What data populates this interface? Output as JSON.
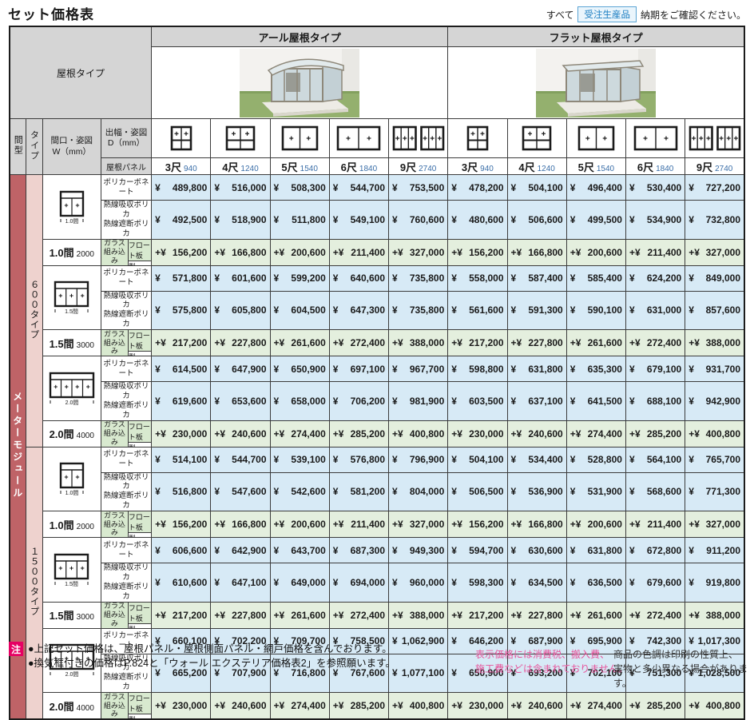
{
  "title": "セット価格表",
  "top_note": {
    "prefix": "すべて",
    "badge": "受注生産品",
    "suffix": "納期をご確認ください。"
  },
  "header": {
    "roof_type_label": "屋根タイプ",
    "roof_types": [
      "アール屋根タイプ",
      "フラット屋根タイプ"
    ],
    "col_module": "間型",
    "col_type": "タイプ",
    "col_width": "間口・姿図\nW（mm）",
    "col_depth": "出幅・姿図\nD（mm）",
    "col_roof_panel": "屋根パネル",
    "depth_columns": [
      {
        "shaku": "3尺",
        "mm": "940",
        "panels": 2,
        "transom": true
      },
      {
        "shaku": "4尺",
        "mm": "1240",
        "panels": 2,
        "transom": true
      },
      {
        "shaku": "5尺",
        "mm": "1540",
        "panels": 2,
        "transom": false
      },
      {
        "shaku": "6尺",
        "mm": "1840",
        "panels": 2,
        "transom": false
      },
      {
        "shaku": "9尺",
        "mm": "2740",
        "panels": 6,
        "transom": false
      }
    ]
  },
  "left": {
    "module": "メーターモジュール",
    "groups": [
      "６００タイプ",
      "１５００タイプ"
    ]
  },
  "panel_labels": {
    "poly": "ポリカーボネート",
    "heat": "熱線吸収ポリカ\n熱線遮断ポリカ",
    "glass": "ガラス\n組み込み",
    "glass_float": "フロート板",
    "glass_kata": "型　板"
  },
  "currency": {
    "normal": "¥",
    "add": "+¥"
  },
  "blocks": [
    {
      "group": "６００タイプ",
      "width": "1.0間",
      "width_mm": "2000",
      "diagram_panels": 2,
      "poly": {
        "arl": [
          "489,800",
          "516,000",
          "508,300",
          "544,700",
          "753,500"
        ],
        "flat": [
          "478,200",
          "504,100",
          "496,400",
          "530,400",
          "727,200"
        ]
      },
      "heat": {
        "arl": [
          "492,500",
          "518,900",
          "511,800",
          "549,100",
          "760,600"
        ],
        "flat": [
          "480,600",
          "506,600",
          "499,500",
          "534,900",
          "732,800"
        ]
      },
      "glass": {
        "arl": [
          "156,200",
          "166,800",
          "200,600",
          "211,400",
          "327,000"
        ],
        "flat": [
          "156,200",
          "166,800",
          "200,600",
          "211,400",
          "327,000"
        ]
      }
    },
    {
      "group": "６００タイプ",
      "width": "1.5間",
      "width_mm": "3000",
      "diagram_panels": 3,
      "poly": {
        "arl": [
          "571,800",
          "601,600",
          "599,200",
          "640,600",
          "735,800"
        ],
        "flat": [
          "558,000",
          "587,400",
          "585,400",
          "624,200",
          "849,000"
        ]
      },
      "heat": {
        "arl": [
          "575,800",
          "605,800",
          "604,500",
          "647,300",
          "735,800"
        ],
        "flat": [
          "561,600",
          "591,300",
          "590,100",
          "631,000",
          "857,600"
        ]
      },
      "glass": {
        "arl": [
          "217,200",
          "227,800",
          "261,600",
          "272,400",
          "388,000"
        ],
        "flat": [
          "217,200",
          "227,800",
          "261,600",
          "272,400",
          "388,000"
        ]
      }
    },
    {
      "group": "６００タイプ",
      "width": "2.0間",
      "width_mm": "4000",
      "diagram_panels": 4,
      "poly": {
        "arl": [
          "614,500",
          "647,900",
          "650,900",
          "697,100",
          "967,700"
        ],
        "flat": [
          "598,800",
          "631,800",
          "635,300",
          "679,100",
          "931,700"
        ]
      },
      "heat": {
        "arl": [
          "619,600",
          "653,600",
          "658,000",
          "706,200",
          "981,900"
        ],
        "flat": [
          "603,500",
          "637,100",
          "641,500",
          "688,100",
          "942,900"
        ]
      },
      "glass": {
        "arl": [
          "230,000",
          "240,600",
          "274,400",
          "285,200",
          "400,800"
        ],
        "flat": [
          "230,000",
          "240,600",
          "274,400",
          "285,200",
          "400,800"
        ]
      }
    },
    {
      "group": "１５００タイプ",
      "width": "1.0間",
      "width_mm": "2000",
      "diagram_panels": 2,
      "poly": {
        "arl": [
          "514,100",
          "544,700",
          "539,100",
          "576,800",
          "796,900"
        ],
        "flat": [
          "504,100",
          "534,400",
          "528,800",
          "564,100",
          "765,700"
        ]
      },
      "heat": {
        "arl": [
          "516,800",
          "547,600",
          "542,600",
          "581,200",
          "804,000"
        ],
        "flat": [
          "506,500",
          "536,900",
          "531,900",
          "568,600",
          "771,300"
        ]
      },
      "glass": {
        "arl": [
          "156,200",
          "166,800",
          "200,600",
          "211,400",
          "327,000"
        ],
        "flat": [
          "156,200",
          "166,800",
          "200,600",
          "211,400",
          "327,000"
        ]
      }
    },
    {
      "group": "１５００タイプ",
      "width": "1.5間",
      "width_mm": "3000",
      "diagram_panels": 3,
      "poly": {
        "arl": [
          "606,600",
          "642,900",
          "643,700",
          "687,300",
          "949,300"
        ],
        "flat": [
          "594,700",
          "630,600",
          "631,800",
          "672,800",
          "911,200"
        ]
      },
      "heat": {
        "arl": [
          "610,600",
          "647,100",
          "649,000",
          "694,000",
          "960,000"
        ],
        "flat": [
          "598,300",
          "634,500",
          "636,500",
          "679,600",
          "919,800"
        ]
      },
      "glass": {
        "arl": [
          "217,200",
          "227,800",
          "261,600",
          "272,400",
          "388,000"
        ],
        "flat": [
          "217,200",
          "227,800",
          "261,600",
          "272,400",
          "388,000"
        ]
      }
    },
    {
      "group": "１５００タイプ",
      "width": "2.0間",
      "width_mm": "4000",
      "diagram_panels": 4,
      "poly": {
        "arl": [
          "660,100",
          "702,200",
          "709,700",
          "758,500",
          "1,062,900"
        ],
        "flat": [
          "646,200",
          "687,900",
          "695,900",
          "742,300",
          "1,017,300"
        ]
      },
      "heat": {
        "arl": [
          "665,200",
          "707,900",
          "716,800",
          "767,600",
          "1,077,100"
        ],
        "flat": [
          "650,900",
          "693,200",
          "702,100",
          "751,300",
          "1,028,500"
        ]
      },
      "glass": {
        "arl": [
          "230,000",
          "240,600",
          "274,400",
          "285,200",
          "400,800"
        ],
        "flat": [
          "230,000",
          "240,600",
          "274,400",
          "285,200",
          "400,800"
        ]
      }
    }
  ],
  "notes": {
    "badge": "注",
    "left": [
      "●上記セット価格は、屋根パネル・屋根側面パネル・網戸価格を含んでおります。",
      "●換気框付きの価格はP.824と「ウォール エクステリア価格表2」を参照願います。"
    ],
    "pink": "表示価格には消費税、搬入費、\n施工費などは含まれておりません。",
    "right": "商品の色調は印刷の性質上、\n実物と多少異なる場合があります。"
  },
  "colors": {
    "header_gray": "#d5d5d5",
    "price_blue": "#d7eaf6",
    "price_green": "#e4efde",
    "glass_green": "#d8e9cf",
    "module_rose": "#bf6367",
    "type_pink": "#eed2ce",
    "badge_blue": "#1b7ec2",
    "note_magenta": "#e60063",
    "note_pink": "#e7549b"
  }
}
